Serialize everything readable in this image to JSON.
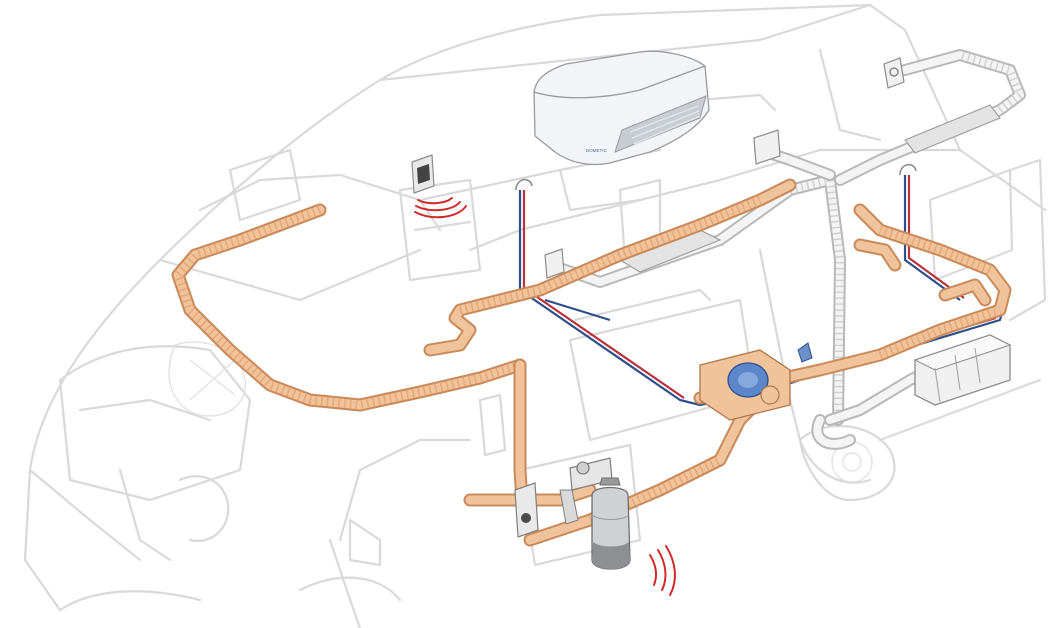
{
  "diagram": {
    "components": [
      {
        "id": "roof-air-conditioner",
        "label": "",
        "brand_mark": "DOMETIC"
      },
      {
        "id": "wall-control-panel",
        "label": ""
      },
      {
        "id": "gas-heater",
        "label": ""
      },
      {
        "id": "gas-bottle",
        "label": ""
      },
      {
        "id": "gas-regulator",
        "label": ""
      },
      {
        "id": "leisure-battery",
        "label": ""
      },
      {
        "id": "warm-air-duct-network",
        "label": ""
      },
      {
        "id": "roof-air-distribution",
        "label": ""
      }
    ],
    "colors": {
      "warm_air_duct": "#f1c39b",
      "duct_outline": "#c98a5a",
      "cold_water_line": "#2e4f8c",
      "hot_water_line": "#b8323a",
      "wireless_signal": "#cf2a2a",
      "vehicle_outline": "#d9d9d9",
      "appliance_white": "#f2f4f7"
    }
  }
}
